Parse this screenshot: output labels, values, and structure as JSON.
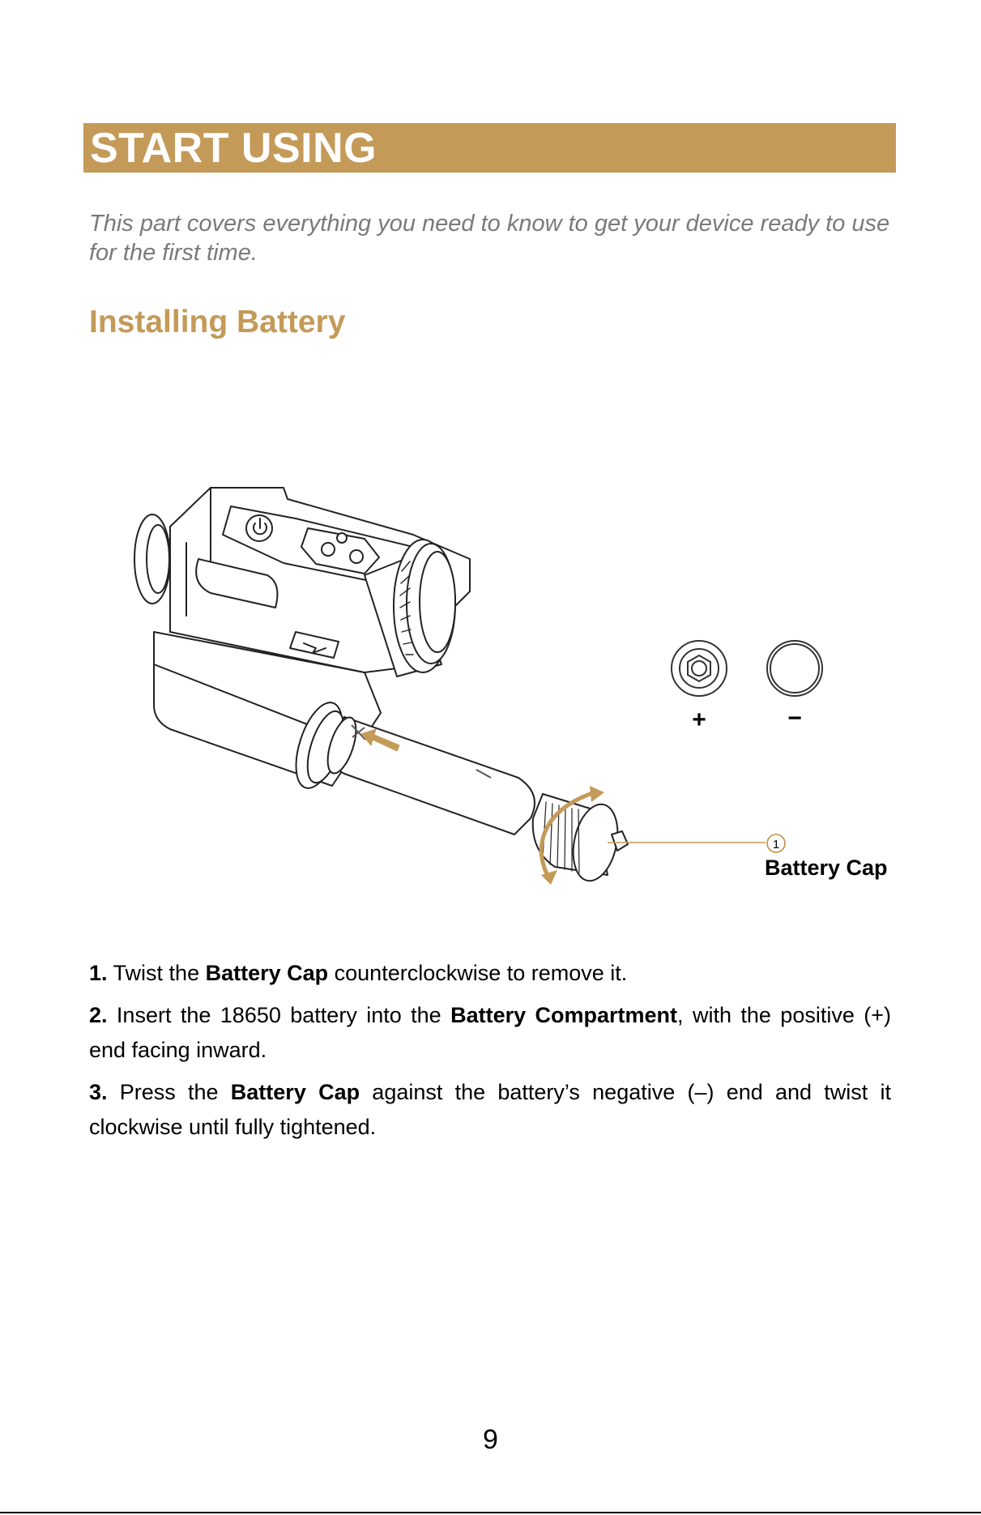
{
  "header": {
    "title": "START USING"
  },
  "intro": {
    "text": "This part covers everything you need to know to get your device ready to use for the first time."
  },
  "section": {
    "title": "Installing Battery"
  },
  "figure": {
    "callout_number": "1",
    "callout_label": "Battery Cap",
    "plus_symbol": "+",
    "minus_symbol": "−",
    "accent_color": "#c49a58"
  },
  "steps": [
    {
      "num": "1.",
      "pre": " Twist the ",
      "bold": "Battery Cap",
      "post": " counterclockwise to remove it."
    },
    {
      "num": "2.",
      "pre": " Insert the 18650 battery into the ",
      "bold": "Battery Compartment",
      "post": ", with the positive (+) end facing inward."
    },
    {
      "num": "3.",
      "pre": " Press the ",
      "bold": "Battery Cap",
      "post": " against the battery’s negative (–) end and twist it clockwise until fully tightened."
    }
  ],
  "footer": {
    "page_number": "9"
  },
  "colors": {
    "accent": "#c49a58",
    "intro_gray": "#7a7a7a"
  }
}
